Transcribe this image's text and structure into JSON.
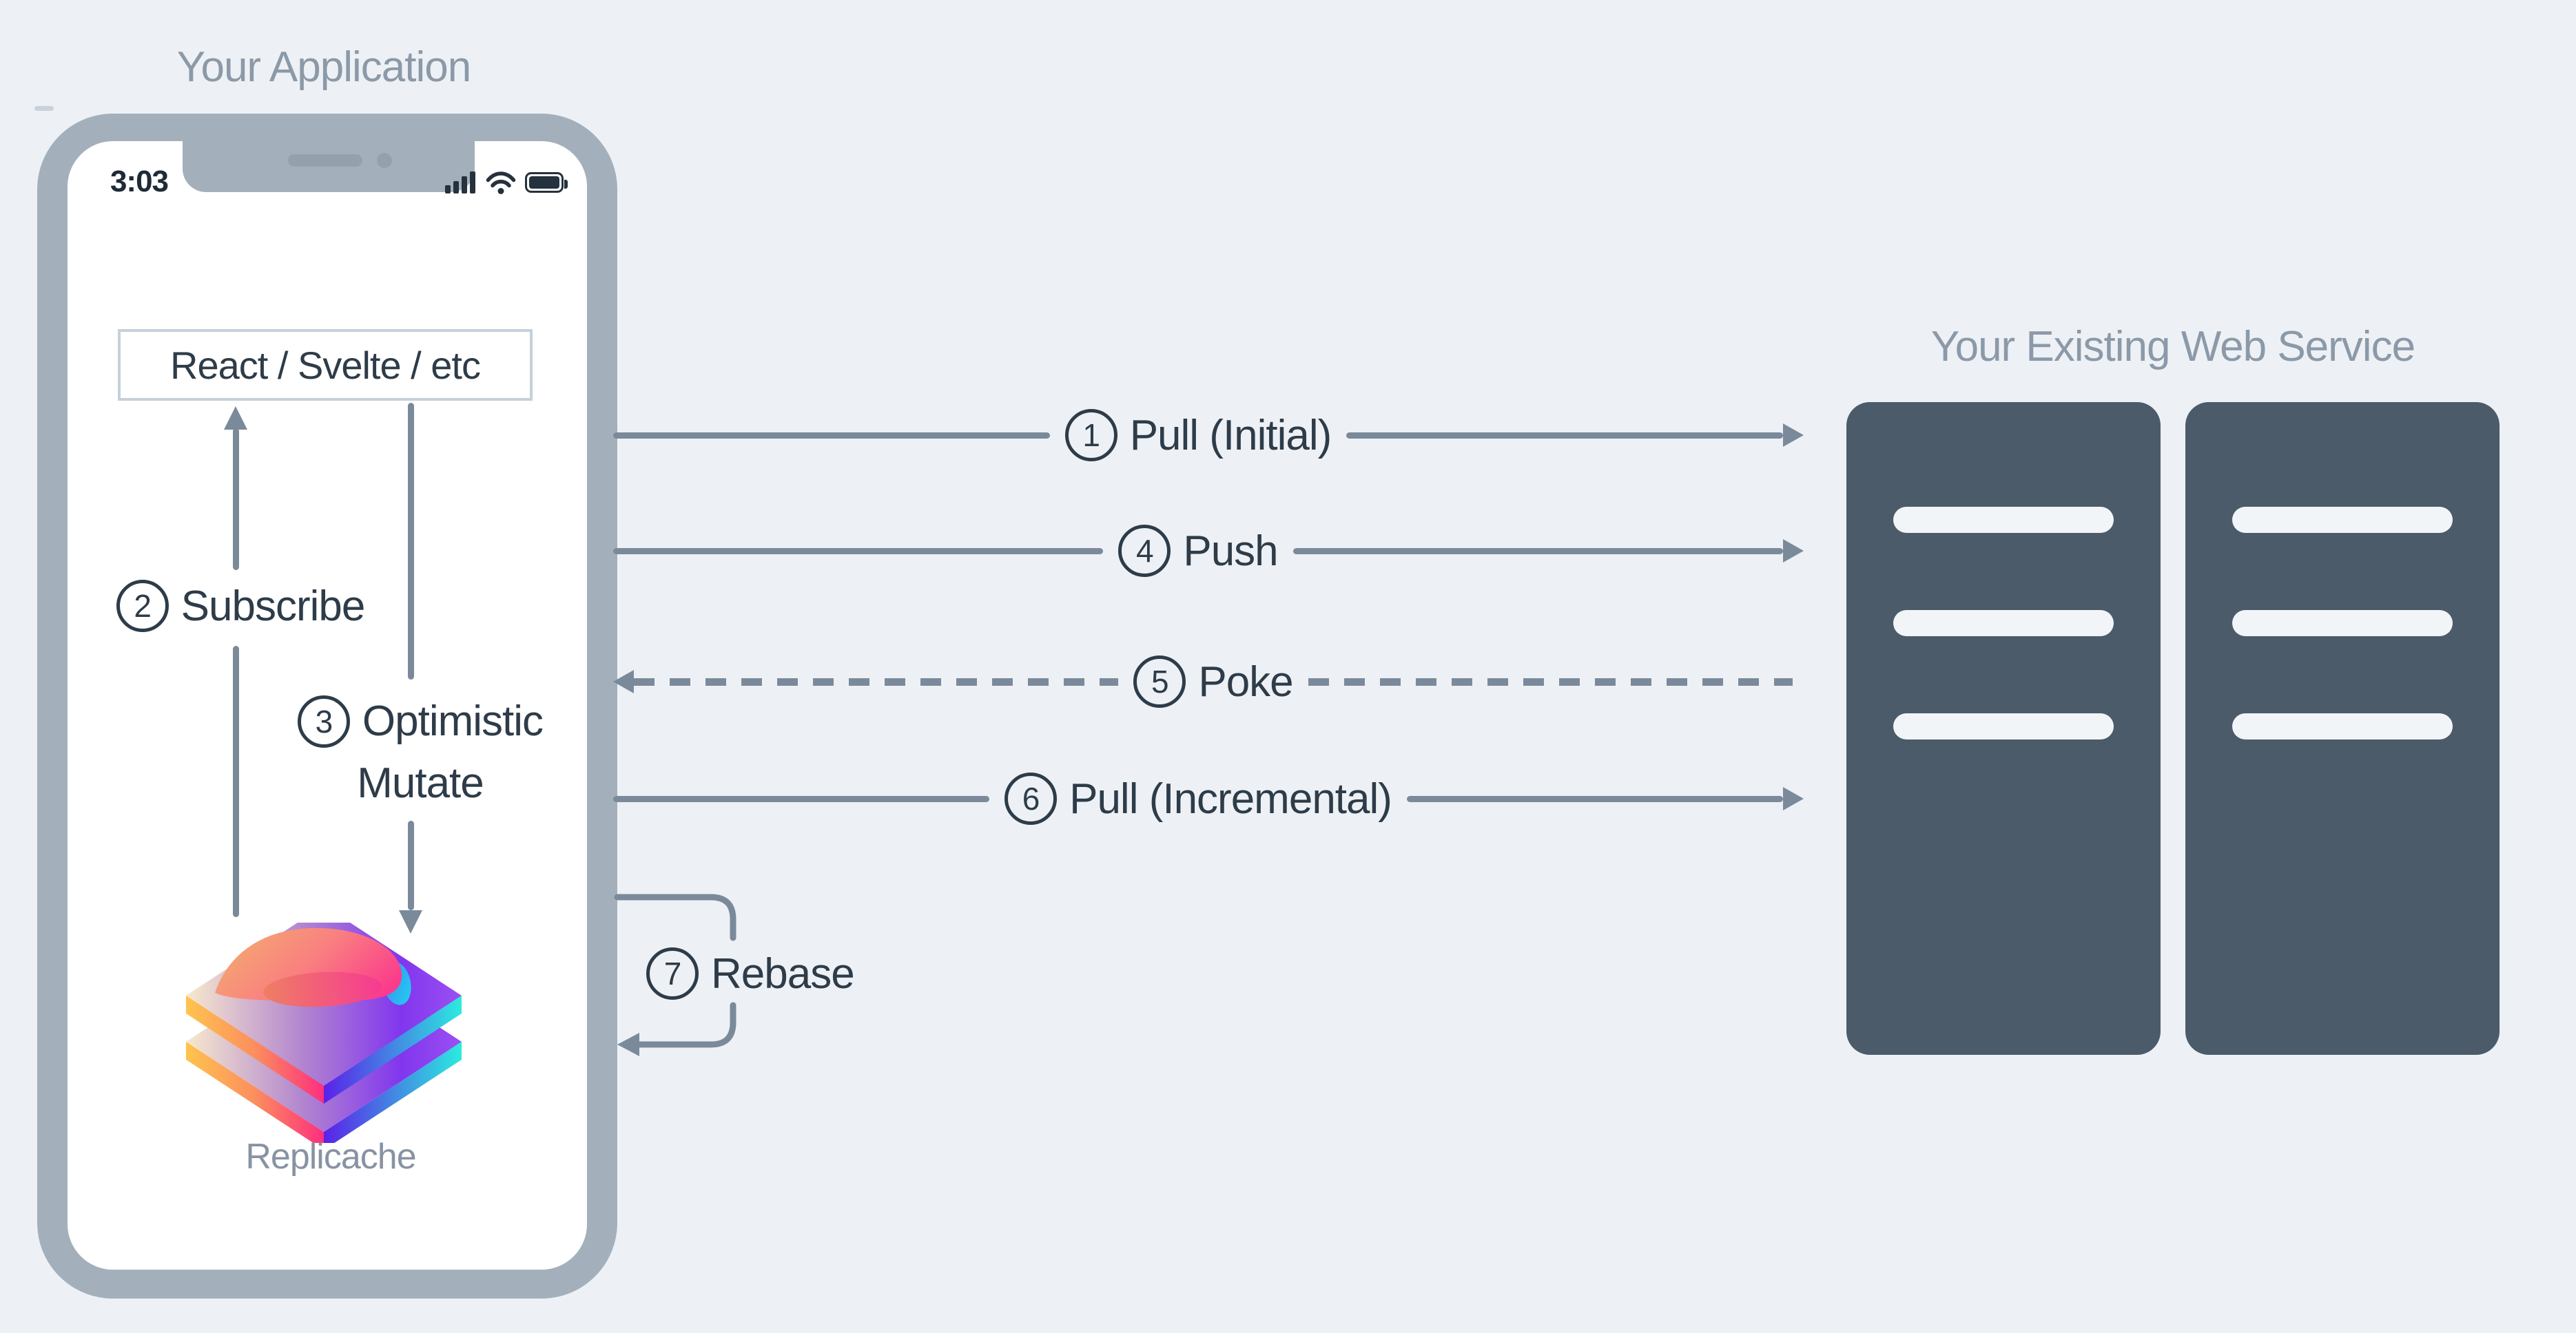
{
  "app": {
    "title": "Your Application",
    "framework_box": "React / Svelte / etc",
    "logo_caption": "Replicache"
  },
  "phone": {
    "time": "3:03",
    "status_icons": [
      "signal-icon",
      "wifi-icon",
      "battery-icon"
    ]
  },
  "internal_flows": [
    {
      "number": "2",
      "label": "Subscribe"
    },
    {
      "number": "3",
      "label": "Optimistic Mutate",
      "line1": "Optimistic",
      "line2": "Mutate"
    }
  ],
  "connectors": [
    {
      "number": "1",
      "label": "Pull (Initial)",
      "style": "solid",
      "direction": "right"
    },
    {
      "number": "4",
      "label": "Push",
      "style": "solid",
      "direction": "right"
    },
    {
      "number": "5",
      "label": "Poke",
      "style": "dashed",
      "direction": "left"
    },
    {
      "number": "6",
      "label": "Pull (Incremental)",
      "style": "solid",
      "direction": "right"
    },
    {
      "number": "7",
      "label": "Rebase",
      "style": "loop",
      "direction": "back-to-app"
    }
  ],
  "web_service": {
    "title": "Your Existing Web Service",
    "server_count": 2,
    "slots_per_server": 3
  },
  "colors": {
    "background": "#edf1f5",
    "phone_frame": "#a3b0bc",
    "line_gray": "#7b8a9a",
    "label_dark": "#2e3c49",
    "muted_title": "#8b99a8",
    "server_fill": "#4b5b69",
    "logo_palette": [
      "#ffc44f",
      "#fd2f7e",
      "#8633f2",
      "#2bebdf",
      "#f4aa70"
    ]
  }
}
